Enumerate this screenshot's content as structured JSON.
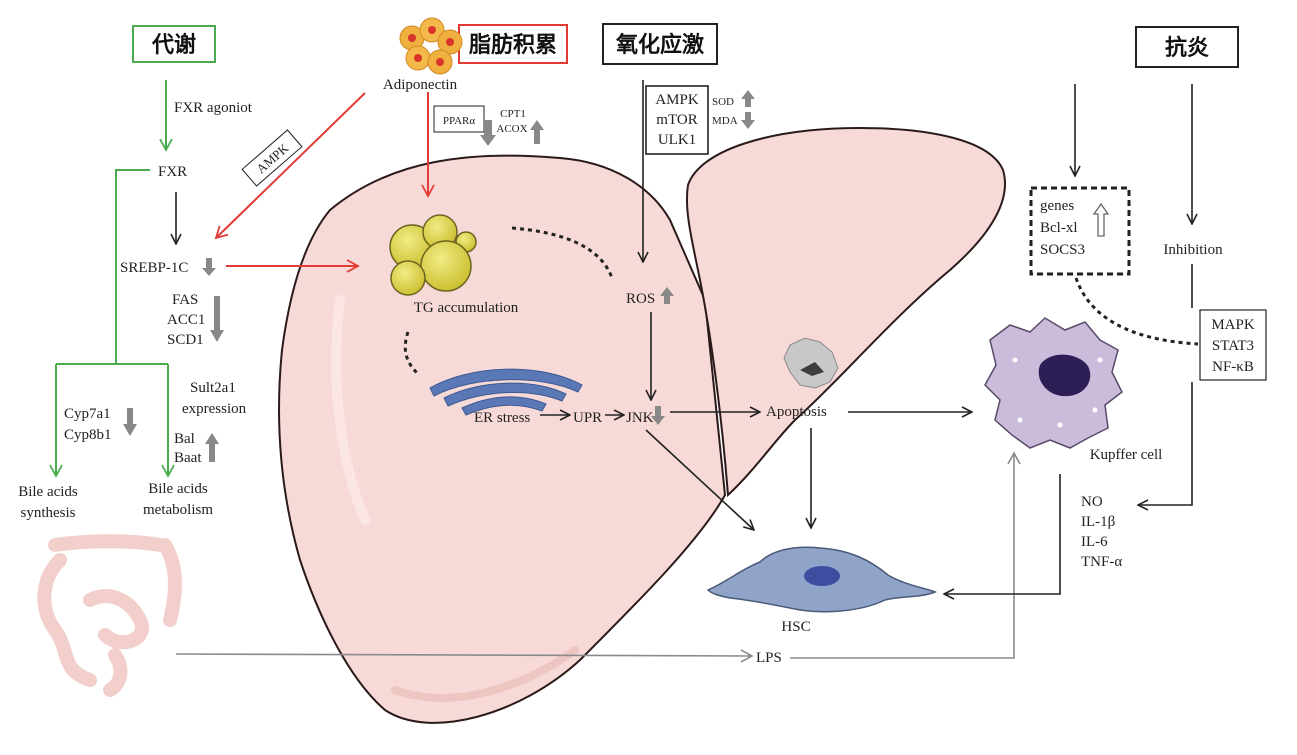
{
  "headers": {
    "metabolism": "代谢",
    "fat_accumulation": "脂肪积累",
    "oxidative_stress": "氧化应激",
    "anti_inflammation": "抗炎"
  },
  "labels": {
    "fxr_agonist": "FXR agoniot",
    "fxr": "FXR",
    "ampk_tag": "AMPK",
    "adiponectin": "Adiponectin",
    "ppara": "PPARα",
    "cpt1": "CPT1",
    "acox": "ACOX",
    "srebp": "SREBP-1C",
    "fas": "FAS",
    "acc1": "ACC1",
    "scd1": "SCD1",
    "tg_accumulation": "TG accumulation",
    "sult2a1": "Sult2a1",
    "expression": "expression",
    "cyp7a1": "Cyp7a1",
    "cyp8b1": "Cyp8b1",
    "bal": "Bal",
    "baat": "Baat",
    "bile_synth_1": "Bile acids",
    "bile_synth_2": "synthesis",
    "bile_metab_1": "Bile acids",
    "bile_metab_2": "metabolism",
    "ampk": "AMPK",
    "mtor": "mTOR",
    "ulk1": "ULK1",
    "sod": "SOD",
    "mda": "MDA",
    "ros": "ROS",
    "er_stress": "ER stress",
    "upr": "UPR",
    "jnk": "JNK",
    "apoptosis": "Apoptosis",
    "hsc": "HSC",
    "lps": "LPS",
    "genes": "genes",
    "bclxl": "Bcl-xl",
    "socs3": "SOCS3",
    "inhibition": "Inhibition",
    "mapk": "MAPK",
    "stat3": "STAT3",
    "nfkb": "NF-κB",
    "kupffer": "Kupffer cell",
    "no": "NO",
    "il1b": "IL-1β",
    "il6": "IL-6",
    "tnfa": "TNF-α"
  },
  "colors": {
    "green": "#4aab4f",
    "red": "#e23b35",
    "liver": "#f7dad8",
    "liver_outline": "#2b1a1a",
    "fat": "#d8cf3e",
    "er": "#5a78b5",
    "hsc": "#8fa4c8",
    "kupffer": "#cbbcdc",
    "gray_arrow": "#8a8a8a"
  }
}
